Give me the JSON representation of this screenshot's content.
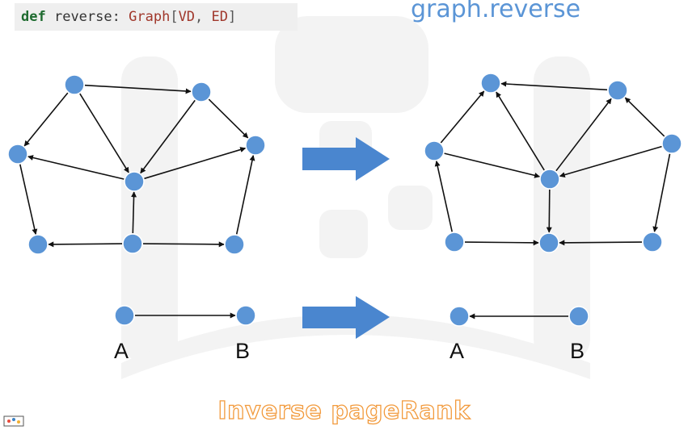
{
  "code": {
    "keyword": "def",
    "name": "reverse",
    "colon": ":",
    "type_name": "Graph",
    "open_bracket": "[",
    "vd": "VD",
    "comma": ",",
    "ed": "ED",
    "close_bracket": "]"
  },
  "title": "graph.reverse",
  "caption": "Inverse pageRank",
  "node_labels": {
    "left_a": "A",
    "left_b": "B",
    "right_a": "A",
    "right_b": "B"
  },
  "colors": {
    "node": "#5b95d6",
    "edge": "#111111",
    "arrow": "#4a86cf",
    "title": "#5b95d6",
    "caption_outline": "#f29a3c"
  }
}
